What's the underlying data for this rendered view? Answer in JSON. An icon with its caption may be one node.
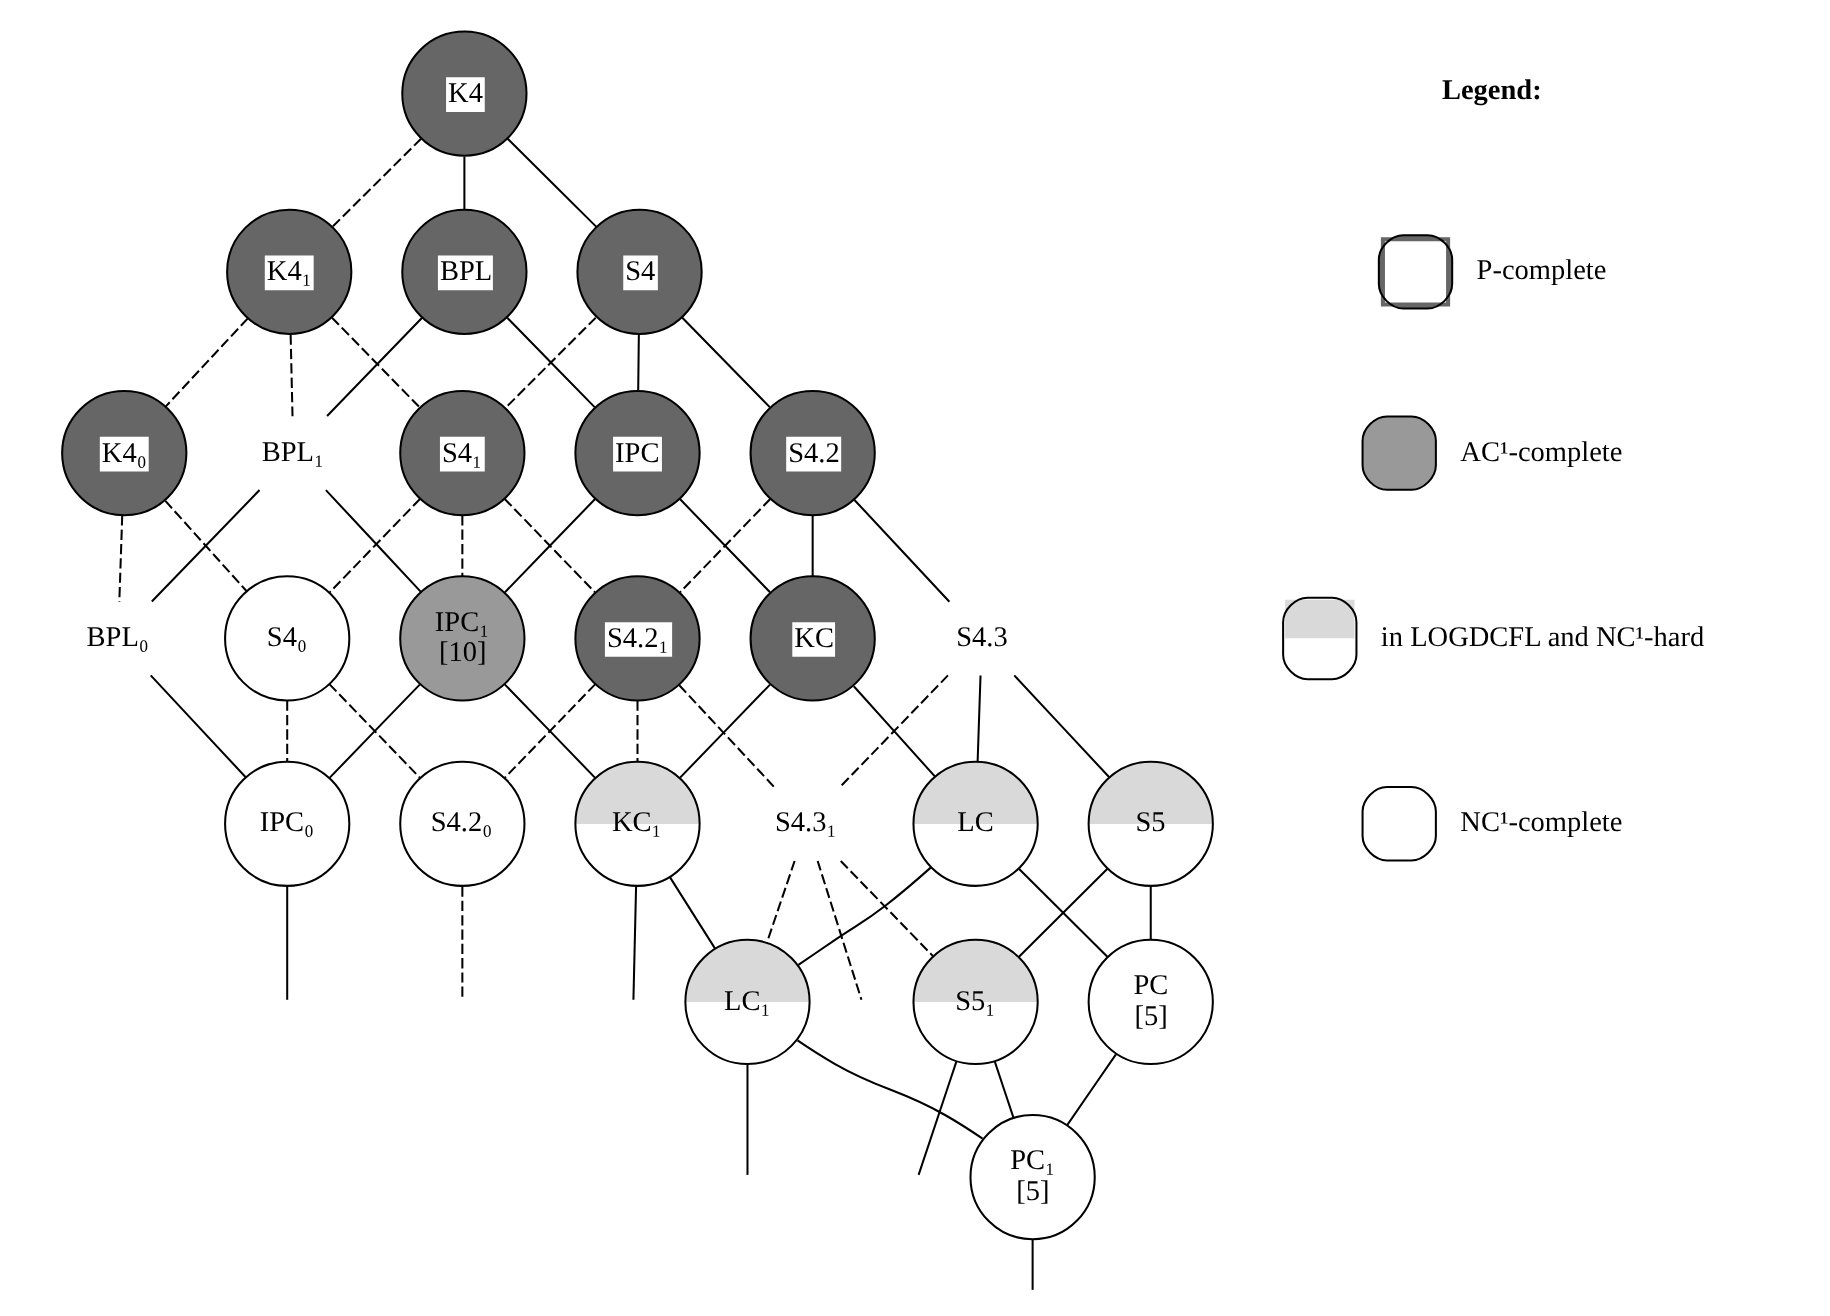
{
  "diagram": {
    "nodes": [
      {
        "text": [
          "K4"
        ]
      },
      {
        "text": [
          "S4"
        ]
      },
      {
        "text": [
          "BPL"
        ]
      },
      {
        "text": [
          "S4.2"
        ]
      },
      {
        "text": [
          "IPC"
        ]
      },
      {
        "text": [
          "K4₁"
        ]
      },
      {
        "text": [
          "S4.3"
        ]
      },
      {
        "text": [
          "KC"
        ]
      },
      {
        "text": [
          "S4₁"
        ]
      },
      {
        "text": [
          "BPL₁"
        ]
      },
      {
        "text": [
          "S5"
        ]
      },
      {
        "text": [
          "LC"
        ]
      },
      {
        "text": [
          "S4.2₁"
        ]
      },
      {
        "text": [
          "IPC₁",
          "[10]"
        ]
      },
      {
        "text": [
          "PC",
          "[5]"
        ]
      },
      {
        "text": [
          "K4₀"
        ]
      },
      {
        "text": [
          "S4.3₁"
        ]
      },
      {
        "text": [
          "KC₁"
        ]
      },
      {
        "text": [
          "S4₀"
        ]
      },
      {
        "text": [
          "BPL₀"
        ]
      },
      {
        "text": [
          "S5₁"
        ]
      },
      {
        "text": [
          "LC₁"
        ]
      },
      {
        "text": [
          "S4.2₀"
        ]
      },
      {
        "text": [
          "IPC₀"
        ]
      },
      {
        "text": [
          "PC₁",
          "[5]"
        ]
      }
    ],
    "edges": [
      {
        "from": 0,
        "to": 1,
        "arrow": "none"
      },
      {
        "from": 0,
        "to": 2,
        "arrow": "none"
      },
      {
        "from": 1,
        "to": 3,
        "arrow": "none"
      },
      {
        "from": 1,
        "to": 4,
        "arrow": "none"
      },
      {
        "from": 2,
        "to": 4,
        "arrow": "none"
      },
      {
        "from": 3,
        "to": 6,
        "arrow": "none"
      },
      {
        "from": 3,
        "to": 7,
        "arrow": "none"
      },
      {
        "from": 4,
        "to": 7,
        "arrow": "none"
      },
      {
        "from": 6,
        "to": 10,
        "arrow": "none"
      },
      {
        "from": 6,
        "to": 11,
        "arrow": "none"
      },
      {
        "from": 7,
        "to": 11,
        "arrow": "none"
      },
      {
        "from": 10,
        "to": 14,
        "arrow": "none"
      },
      {
        "from": 11,
        "to": 14,
        "arrow": "none"
      },
      {
        "from": 0,
        "to": 5,
        "arrow": "none",
        "style": "dashed"
      },
      {
        "from": 1,
        "to": 8,
        "arrow": "none",
        "style": "dashed"
      },
      {
        "from": 2,
        "to": 9,
        "arrow": "none"
      },
      {
        "from": 3,
        "to": 12,
        "arrow": "none",
        "style": "dashed"
      },
      {
        "from": 4,
        "to": 13,
        "arrow": "none"
      },
      {
        "from": 6,
        "to": 16,
        "arrow": "none",
        "style": "dashed"
      },
      {
        "from": 7,
        "to": 17,
        "arrow": "none"
      },
      {
        "from": 10,
        "to": 20,
        "arrow": "none"
      },
      {
        "from": 11,
        "to": 21,
        "arrow": "none"
      },
      {
        "from": 14,
        "to": 24,
        "arrow": "none"
      },
      {
        "from": 5,
        "to": 8,
        "arrow": "none",
        "style": "dashed"
      },
      {
        "from": 5,
        "to": 9,
        "arrow": "none",
        "style": "dashed"
      },
      {
        "from": 8,
        "to": 12,
        "arrow": "none",
        "style": "dashed"
      },
      {
        "from": 8,
        "to": 13,
        "arrow": "none",
        "style": "dashed"
      },
      {
        "from": 9,
        "to": 13,
        "arrow": "none"
      },
      {
        "from": 12,
        "to": 16,
        "arrow": "none",
        "style": "dashed"
      },
      {
        "from": 12,
        "to": 17,
        "arrow": "none",
        "style": "dashed"
      },
      {
        "from": 13,
        "to": 17,
        "arrow": "none"
      },
      {
        "from": 16,
        "to": 20,
        "arrow": "none",
        "style": "dashed"
      },
      {
        "from": 16,
        "to": 21,
        "arrow": "none",
        "style": "dashed"
      },
      {
        "from": 17,
        "to": 21,
        "arrow": "none"
      },
      {
        "from": 20,
        "to": 24,
        "arrow": "none"
      },
      {
        "from": 21,
        "to": 24,
        "arrow": "none"
      },
      {
        "from": 5,
        "to": 15,
        "arrow": "none",
        "style": "dashed"
      },
      {
        "from": 8,
        "to": 18,
        "arrow": "none",
        "style": "dashed"
      },
      {
        "from": 9,
        "to": 19,
        "arrow": "none"
      },
      {
        "from": 12,
        "to": 22,
        "arrow": "none",
        "style": "dashed"
      },
      {
        "from": 13,
        "to": 23,
        "arrow": "none"
      },
      {
        "from": 16,
        "to": null,
        "arrow": "none",
        "style": "dashed"
      },
      {
        "from": 17,
        "to": null,
        "arrow": "none"
      },
      {
        "from": 20,
        "to": null,
        "arrow": "none"
      },
      {
        "from": 21,
        "to": null,
        "arrow": "none"
      },
      {
        "from": 24,
        "to": null,
        "arrow": "none"
      },
      {
        "from": 15,
        "to": 18,
        "arrow": "none",
        "style": "dashed"
      },
      {
        "from": 15,
        "to": 19,
        "arrow": "none",
        "style": "dashed"
      },
      {
        "from": 18,
        "to": 22,
        "arrow": "none",
        "style": "dashed"
      },
      {
        "from": 18,
        "to": 23,
        "arrow": "none",
        "style": "dashed"
      },
      {
        "from": 19,
        "to": 23,
        "arrow": "none"
      },
      {
        "from": 22,
        "to": null,
        "arrow": "none",
        "style": "dashed"
      },
      {
        "from": 23,
        "to": null,
        "arrow": "none"
      }
    ],
    "labels": [
      "Legend:"
    ],
    "legend": [
      {
        "text": "P-complete"
      },
      {
        "text": "AC¹-complete",
        "color": "#999999"
      },
      {
        "text": "in LOGDCFL and NC¹-hard"
      },
      {
        "text": "NC¹-complete",
        "color": "#ffffff"
      }
    ]
  }
}
